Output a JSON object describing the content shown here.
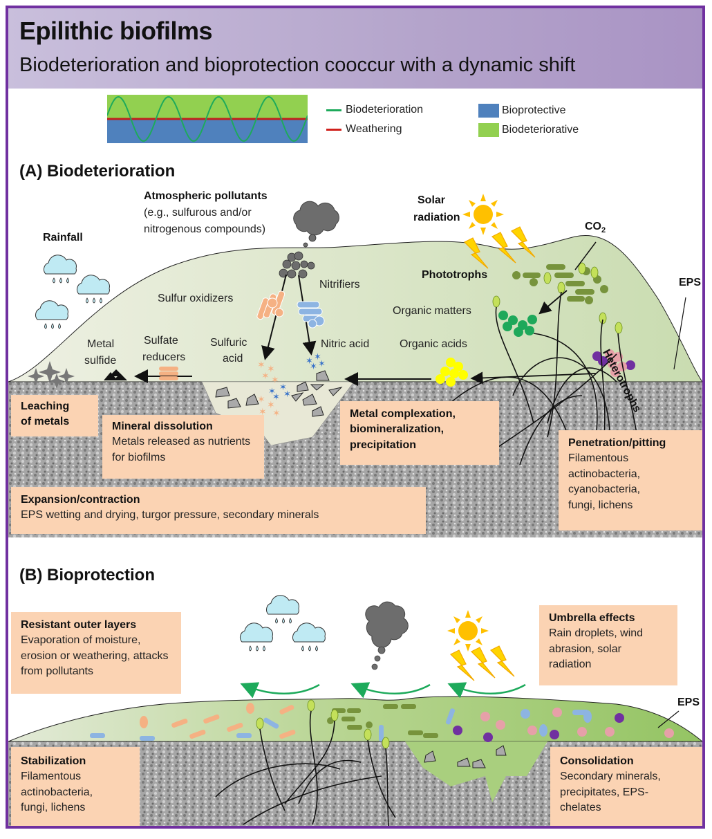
{
  "header": {
    "title": "Epilithic biofilms",
    "subtitle": "Biodeterioration and bioprotection cooccur with a dynamic shift"
  },
  "legend": {
    "lines": [
      {
        "label": "Biodeterioration",
        "color": "#1daa5b"
      },
      {
        "label": "Weathering",
        "color": "#d0201c"
      }
    ],
    "areas": [
      {
        "label": "Bioprotective",
        "color": "#4f81bd"
      },
      {
        "label": "Biodeteriorative",
        "color": "#92d050"
      }
    ]
  },
  "section_a": {
    "title": "(A) Biodeterioration",
    "labels": {
      "rainfall": "Rainfall",
      "atmospheric_title": "Atmospheric pollutants",
      "atmospheric_line1": "(e.g., sulfurous and/or",
      "atmospheric_line2": "nitrogenous compounds)",
      "solar_line1": "Solar",
      "solar_line2": "radiation",
      "co2": "CO",
      "co2_sub": "2",
      "phototrophs": "Phototrophs",
      "eps": "EPS",
      "sulfur_oxidizers": "Sulfur oxidizers",
      "nitrifiers": "Nitrifiers",
      "organic_matters": "Organic matters",
      "heterotrophs": "Heterotrophs",
      "metal_sulfide_1": "Metal",
      "metal_sulfide_2": "sulfide",
      "sulfate_reducers_1": "Sulfate",
      "sulfate_reducers_2": "reducers",
      "sulfuric_acid_1": "Sulfuric",
      "sulfuric_acid_2": "acid",
      "nitric_acid": "Nitric acid",
      "organic_acids": "Organic acids"
    },
    "boxes": [
      {
        "title": "Leaching",
        "body": "of metals"
      },
      {
        "title": "Mineral dissolution",
        "body": "Metals released as nutrients for biofilms"
      },
      {
        "title": "Metal complexation, biomineralization, precipitation",
        "body": ""
      },
      {
        "title": "Penetration/pitting",
        "body": "Filamentous actinobacteria, cyanobacteria, fungi, lichens"
      },
      {
        "title": "Expansion/contraction",
        "body": "EPS wetting and drying, turgor pressure, secondary minerals"
      }
    ]
  },
  "section_b": {
    "title": "(B) Bioprotection",
    "labels": {
      "eps": "EPS"
    },
    "boxes": [
      {
        "title": "Resistant outer layers",
        "body": "Evaporation of moisture, erosion or weathering, attacks from pollutants"
      },
      {
        "title": "Umbrella effects",
        "body": "Rain droplets, wind abrasion, solar radiation"
      },
      {
        "title": "Stabilization",
        "body": "Filamentous actinobacteria, fungi, lichens"
      },
      {
        "title": "Consolidation",
        "body": "Secondary minerals, precipitates, EPS-chelates"
      }
    ]
  },
  "colors": {
    "frame": "#7030a0",
    "box": "#fbd3b3",
    "eps": "#d6e4c2",
    "eps_b": "#a9cf7e",
    "rock": "#9c9c9c",
    "cloud_rain": "#bfeaf3",
    "cloud_smog": "#6d6d6d",
    "sun": "#ffc000"
  }
}
